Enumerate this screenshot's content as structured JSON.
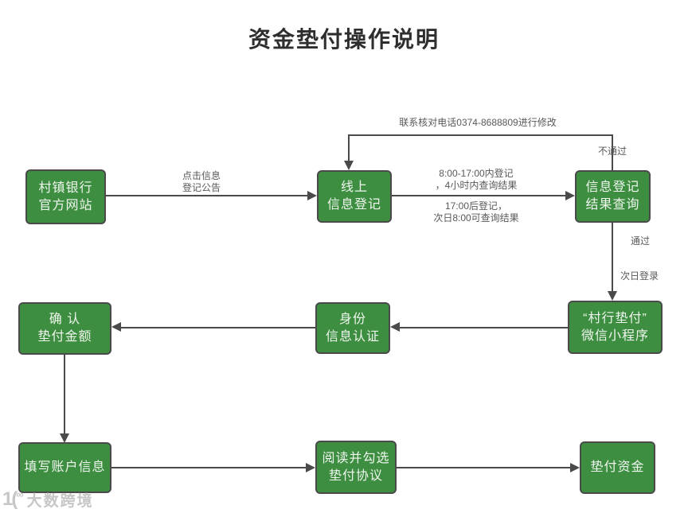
{
  "title": "资金垫付操作说明",
  "colors": {
    "node_fill": "#3E8E41",
    "node_border": "#4a4a4a",
    "node_text": "#eef6ee",
    "line": "#4a4a4a",
    "label_text": "#595959",
    "title_text": "#2e2e2e",
    "watermark": "#c6c6c6"
  },
  "nodes": [
    {
      "id": "bank-site",
      "lines": [
        "村镇银行",
        "官方网站"
      ]
    },
    {
      "id": "online-registration",
      "lines": [
        "线上",
        "信息登记"
      ]
    },
    {
      "id": "result-query",
      "lines": [
        "信息登记",
        "结果查询"
      ]
    },
    {
      "id": "wechat-mini-program",
      "lines": [
        "“村行垫付”",
        "微信小程序"
      ]
    },
    {
      "id": "identity-auth",
      "lines": [
        "身份",
        "信息认证"
      ]
    },
    {
      "id": "confirm-amount",
      "lines": [
        "确 认",
        "垫付金额"
      ]
    },
    {
      "id": "account-info",
      "lines": [
        "填写账户信息"
      ]
    },
    {
      "id": "agreement",
      "lines": [
        "阅读并勾选",
        "垫付协议"
      ]
    },
    {
      "id": "advance-funds",
      "lines": [
        "垫付资金"
      ]
    }
  ],
  "edge_labels": {
    "click_notice": {
      "line1": "点击信息",
      "line2": "登记公告"
    },
    "register_day": {
      "line1": "8:00-17:00内登记",
      "line2": "，4小时内查询结果"
    },
    "register_night": {
      "line1": "17:00后登记，",
      "line2": "次日8:00可查询结果"
    },
    "not_pass": "不通过",
    "contact_fix": "联系核对电话0374-8688809进行修改",
    "pass": "通过",
    "next_day_login": "次日登录"
  },
  "watermark": {
    "logo_main": "1(",
    "logo_sup": "∞",
    "text": "大数跨境"
  }
}
